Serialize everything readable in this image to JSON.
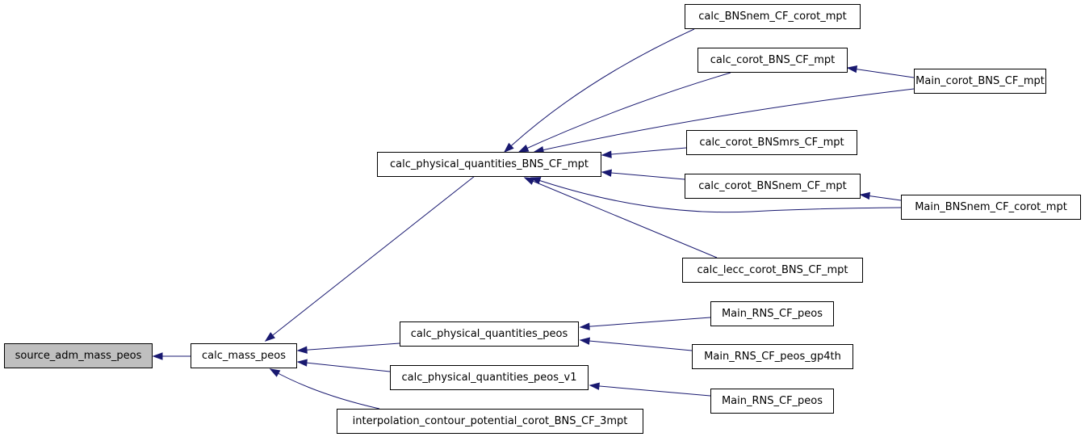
{
  "graph": {
    "colors": {
      "edge": "#191970",
      "root_fill": "#bfbfbf",
      "node_fill": "#ffffff",
      "border": "#000000"
    },
    "nodes": {
      "source_adm_mass_peos": "source_adm_mass_peos",
      "calc_mass_peos": "calc_mass_peos",
      "calc_physical_quantities_BNS_CF_mpt": "calc_physical_quantities_BNS_CF_mpt",
      "calc_physical_quantities_peos": "calc_physical_quantities_peos",
      "calc_physical_quantities_peos_v1": "calc_physical_quantities_peos_v1",
      "interpolation_contour_potential_corot_BNS_CF_3mpt": "interpolation_contour_potential_corot_BNS_CF_3mpt",
      "calc_BNSnem_CF_corot_mpt": "calc_BNSnem_CF_corot_mpt",
      "calc_corot_BNS_CF_mpt": "calc_corot_BNS_CF_mpt",
      "Main_corot_BNS_CF_mpt": "Main_corot_BNS_CF_mpt",
      "calc_corot_BNSmrs_CF_mpt": "calc_corot_BNSmrs_CF_mpt",
      "calc_corot_BNSnem_CF_mpt": "calc_corot_BNSnem_CF_mpt",
      "Main_BNSnem_CF_corot_mpt": "Main_BNSnem_CF_corot_mpt",
      "calc_lecc_corot_BNS_CF_mpt": "calc_lecc_corot_BNS_CF_mpt",
      "Main_RNS_CF_peos_1": "Main_RNS_CF_peos",
      "Main_RNS_CF_peos_gp4th": "Main_RNS_CF_peos_gp4th",
      "Main_RNS_CF_peos_2": "Main_RNS_CF_peos"
    },
    "edges": [
      [
        "calc_mass_peos",
        "source_adm_mass_peos"
      ],
      [
        "calc_physical_quantities_BNS_CF_mpt",
        "calc_mass_peos"
      ],
      [
        "calc_physical_quantities_peos",
        "calc_mass_peos"
      ],
      [
        "calc_physical_quantities_peos_v1",
        "calc_mass_peos"
      ],
      [
        "interpolation_contour_potential_corot_BNS_CF_3mpt",
        "calc_mass_peos"
      ],
      [
        "calc_BNSnem_CF_corot_mpt",
        "calc_physical_quantities_BNS_CF_mpt"
      ],
      [
        "calc_corot_BNS_CF_mpt",
        "calc_physical_quantities_BNS_CF_mpt"
      ],
      [
        "Main_corot_BNS_CF_mpt",
        "calc_physical_quantities_BNS_CF_mpt"
      ],
      [
        "calc_corot_BNSmrs_CF_mpt",
        "calc_physical_quantities_BNS_CF_mpt"
      ],
      [
        "calc_corot_BNSnem_CF_mpt",
        "calc_physical_quantities_BNS_CF_mpt"
      ],
      [
        "Main_BNSnem_CF_corot_mpt",
        "calc_physical_quantities_BNS_CF_mpt"
      ],
      [
        "calc_lecc_corot_BNS_CF_mpt",
        "calc_physical_quantities_BNS_CF_mpt"
      ],
      [
        "Main_corot_BNS_CF_mpt",
        "calc_corot_BNS_CF_mpt"
      ],
      [
        "Main_BNSnem_CF_corot_mpt",
        "calc_corot_BNSnem_CF_mpt"
      ],
      [
        "Main_RNS_CF_peos_1",
        "calc_physical_quantities_peos"
      ],
      [
        "Main_RNS_CF_peos_gp4th",
        "calc_physical_quantities_peos"
      ],
      [
        "Main_RNS_CF_peos_2",
        "calc_physical_quantities_peos_v1"
      ]
    ]
  }
}
